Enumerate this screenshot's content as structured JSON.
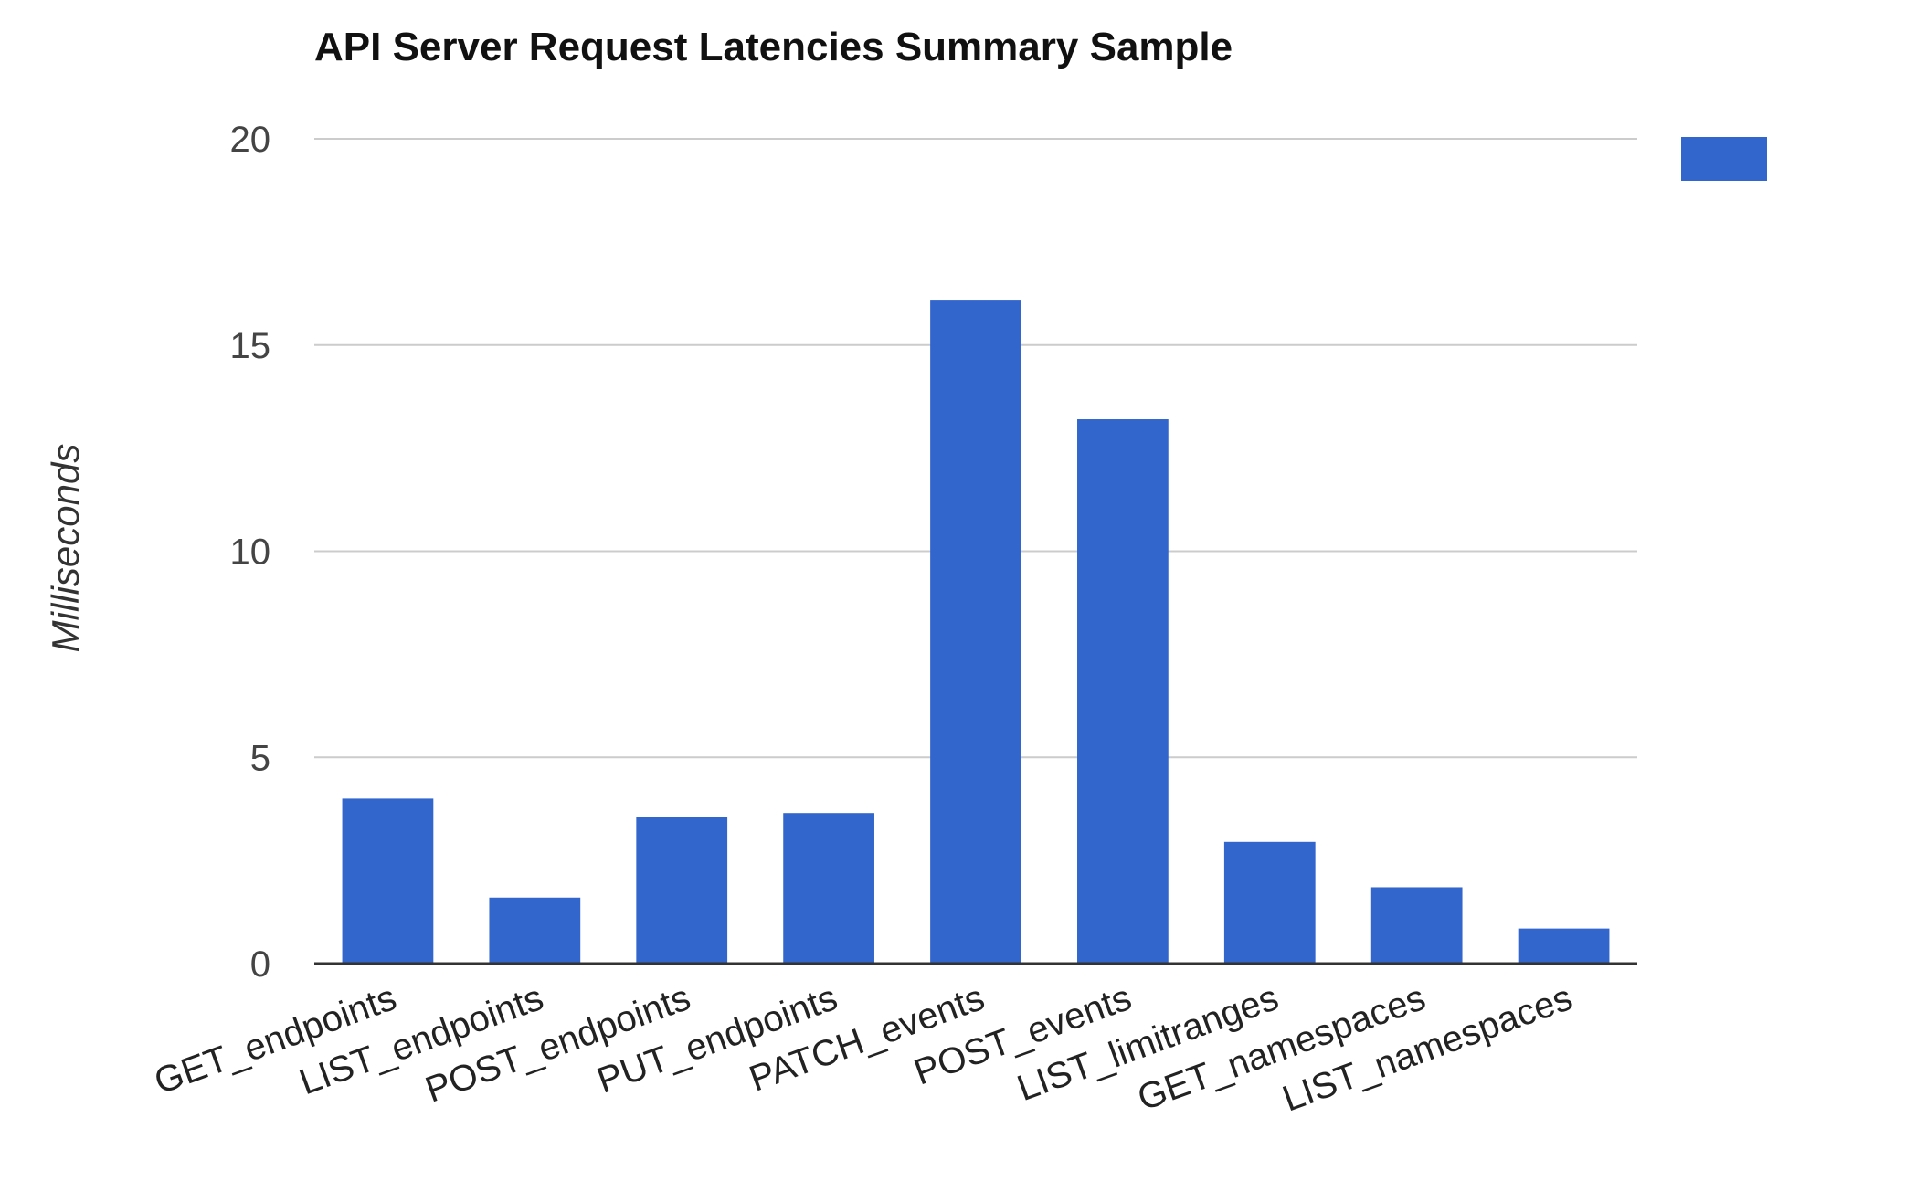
{
  "chart_data": {
    "type": "bar",
    "title": "API Server Request Latencies Summary Sample",
    "xlabel": "",
    "ylabel": "Milliseconds",
    "ylim": [
      0,
      20
    ],
    "yticks": [
      "0",
      "5",
      "10",
      "15",
      "20"
    ],
    "grid": true,
    "legend_position": "right",
    "categories": [
      "GET_endpoints",
      "LIST_endpoints",
      "POST_endpoints",
      "PUT_endpoints",
      "PATCH_events",
      "POST_events",
      "LIST_limitranges",
      "GET_namespaces",
      "LIST_namespaces"
    ],
    "series": [
      {
        "name": "",
        "color": "#3366cc",
        "values": [
          4.0,
          1.6,
          3.55,
          3.65,
          16.1,
          13.2,
          2.95,
          1.85,
          0.85
        ]
      }
    ]
  }
}
